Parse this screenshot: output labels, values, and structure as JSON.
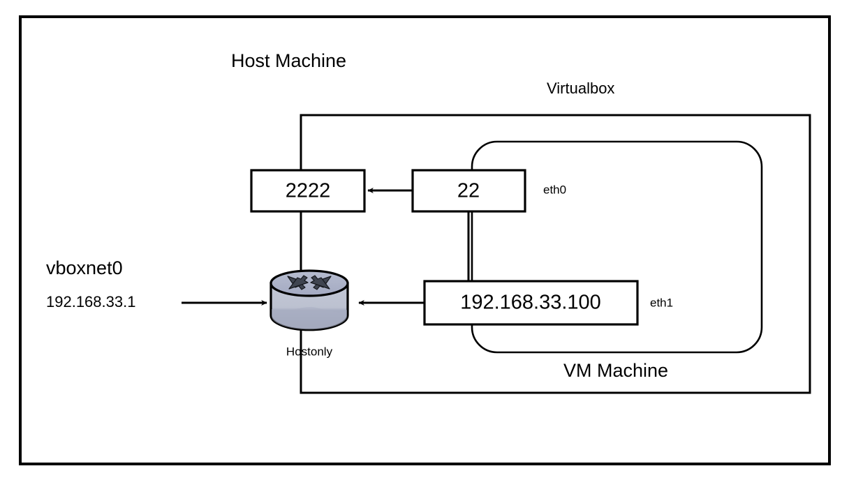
{
  "diagram": {
    "title_host": "Host Machine",
    "title_virtualbox": "Virtualbox",
    "title_vm": "VM Machine",
    "host_port_box": "2222",
    "guest_port_box": "22",
    "guest_nic_label": "eth0",
    "guest_ip_box": "192.168.33.100",
    "guest_ip_nic_label": "eth1",
    "host_adapter_name": "vboxnet0",
    "host_adapter_ip": "192.168.33.1",
    "hub_label": "Hostonly",
    "icons": {
      "hub": "network-switch-icon",
      "arrow_forward": "arrow-right-icon",
      "arrow_back": "arrow-left-icon"
    },
    "colors": {
      "stroke": "#000000",
      "background": "#ffffff",
      "hub_top": "#aab0c6",
      "hub_body": "#b9becd",
      "hub_shadow": "#9aa0b4",
      "hub_arrow": "#3f4450"
    }
  }
}
